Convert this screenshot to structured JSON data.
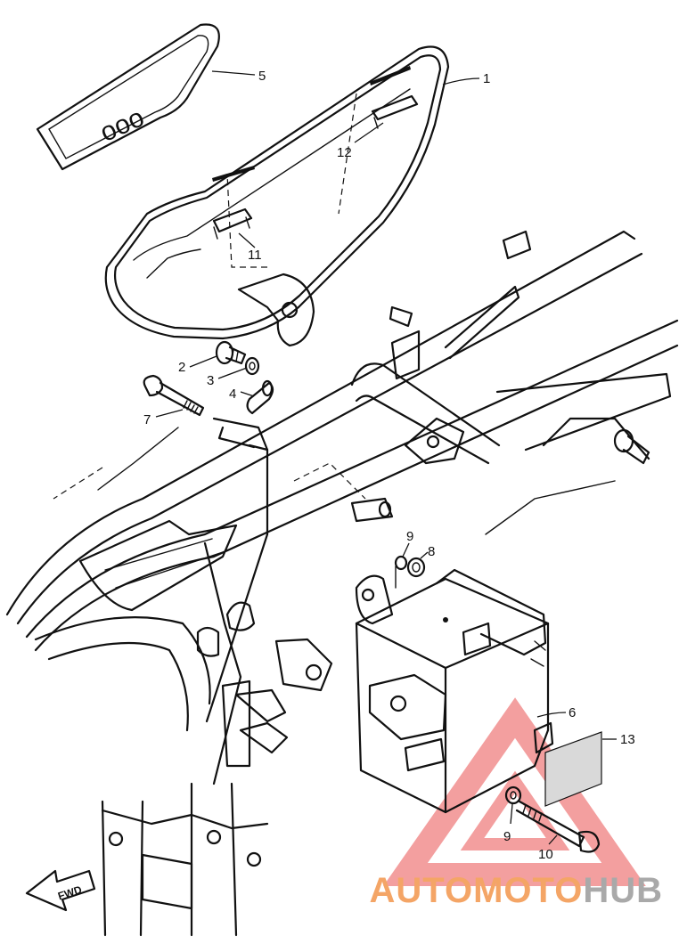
{
  "diagram": {
    "type": "exploded-parts-diagram",
    "callouts": [
      {
        "id": "c1",
        "label": "1"
      },
      {
        "id": "c2",
        "label": "2"
      },
      {
        "id": "c3",
        "label": "3"
      },
      {
        "id": "c4",
        "label": "4"
      },
      {
        "id": "c5",
        "label": "5"
      },
      {
        "id": "c6",
        "label": "6"
      },
      {
        "id": "c7",
        "label": "7"
      },
      {
        "id": "c8",
        "label": "8"
      },
      {
        "id": "c9a",
        "label": "9"
      },
      {
        "id": "c9b",
        "label": "9"
      },
      {
        "id": "c10",
        "label": "10"
      },
      {
        "id": "c11",
        "label": "11"
      },
      {
        "id": "c12",
        "label": "12"
      },
      {
        "id": "c13",
        "label": "13"
      }
    ],
    "emblem_text": "ooo",
    "fwd_arrow_text": "FWD"
  },
  "watermark": {
    "part1": "AUTOMOTO",
    "part2": "HUB",
    "color_primary": "#f4a566",
    "color_secondary": "#a9a9a9",
    "triangle_color": "#f08080"
  }
}
